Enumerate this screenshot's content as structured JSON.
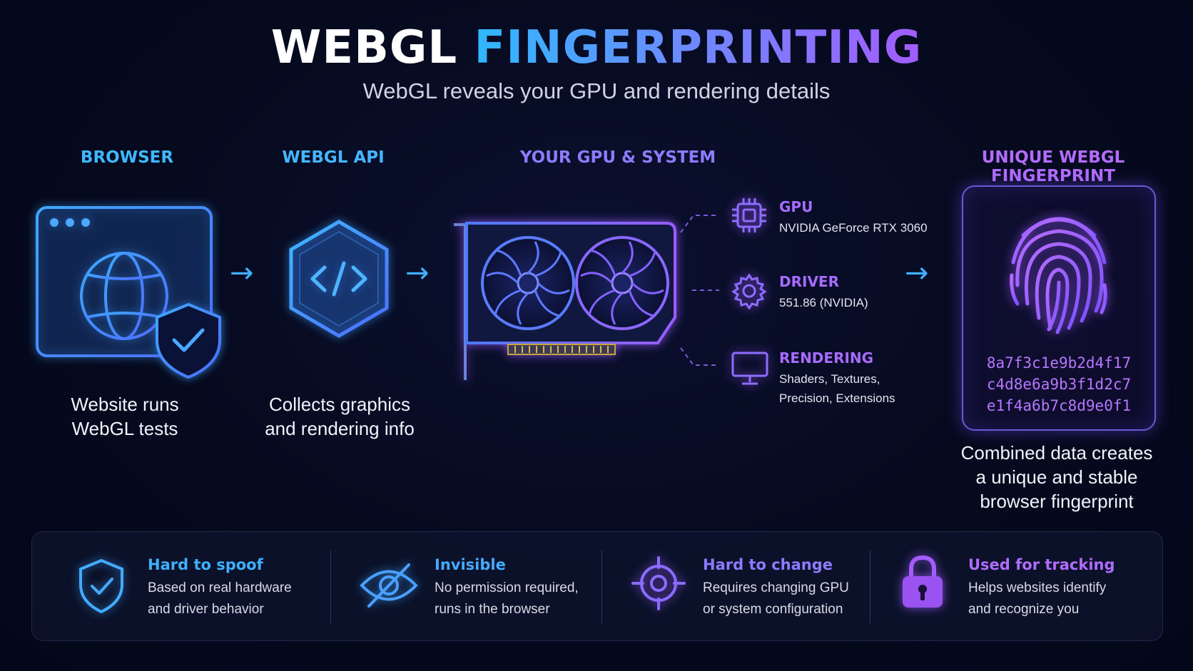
{
  "header": {
    "title_white": "WEBGL",
    "title_gradient": "FINGERPRINTING",
    "subtitle": "WebGL reveals your GPU and rendering details"
  },
  "steps": {
    "browser": {
      "heading": "BROWSER",
      "caption_line1": "Website runs",
      "caption_line2": "WebGL tests"
    },
    "webgl_api": {
      "heading": "WEBGL API",
      "caption_line1": "Collects graphics",
      "caption_line2": "and rendering info"
    },
    "gpu_system": {
      "heading": "YOUR GPU & SYSTEM",
      "specs": [
        {
          "title": "GPU",
          "value_line1": "NVIDIA GeForce RTX 3060",
          "value_line2": ""
        },
        {
          "title": "DRIVER",
          "value_line1": "551.86 (NVIDIA)",
          "value_line2": ""
        },
        {
          "title": "RENDERING",
          "value_line1": "Shaders, Textures,",
          "value_line2": "Precision, Extensions"
        }
      ]
    },
    "fingerprint": {
      "heading": "UNIQUE WEBGL FINGERPRINT",
      "hash_lines": [
        "8a7f3c1e9b2d4f17",
        "c4d8e6a9b3f1d2c7",
        "e1f4a6b7c8d9e0f1"
      ],
      "caption_line1": "Combined data creates",
      "caption_line2": "a unique and stable",
      "caption_line3": "browser fingerprint"
    }
  },
  "arrows": [
    "→",
    "→",
    "→"
  ],
  "features": [
    {
      "icon": "shield-check-icon",
      "title": "Hard to spoof",
      "line1": "Based on real hardware",
      "line2": "and driver behavior"
    },
    {
      "icon": "eye-off-icon",
      "title": "Invisible",
      "line1": "No permission required,",
      "line2": "runs in the browser"
    },
    {
      "icon": "crosshair-icon",
      "title": "Hard to change",
      "line1": "Requires changing GPU",
      "line2": "or system configuration"
    },
    {
      "icon": "lock-icon",
      "title": "Used for tracking",
      "line1": "Helps websites identify",
      "line2": "and recognize you"
    }
  ],
  "colors": {
    "cyan": "#3fb8ff",
    "blue": "#4f7dff",
    "purple": "#a86bff",
    "background": "#060a1e"
  }
}
